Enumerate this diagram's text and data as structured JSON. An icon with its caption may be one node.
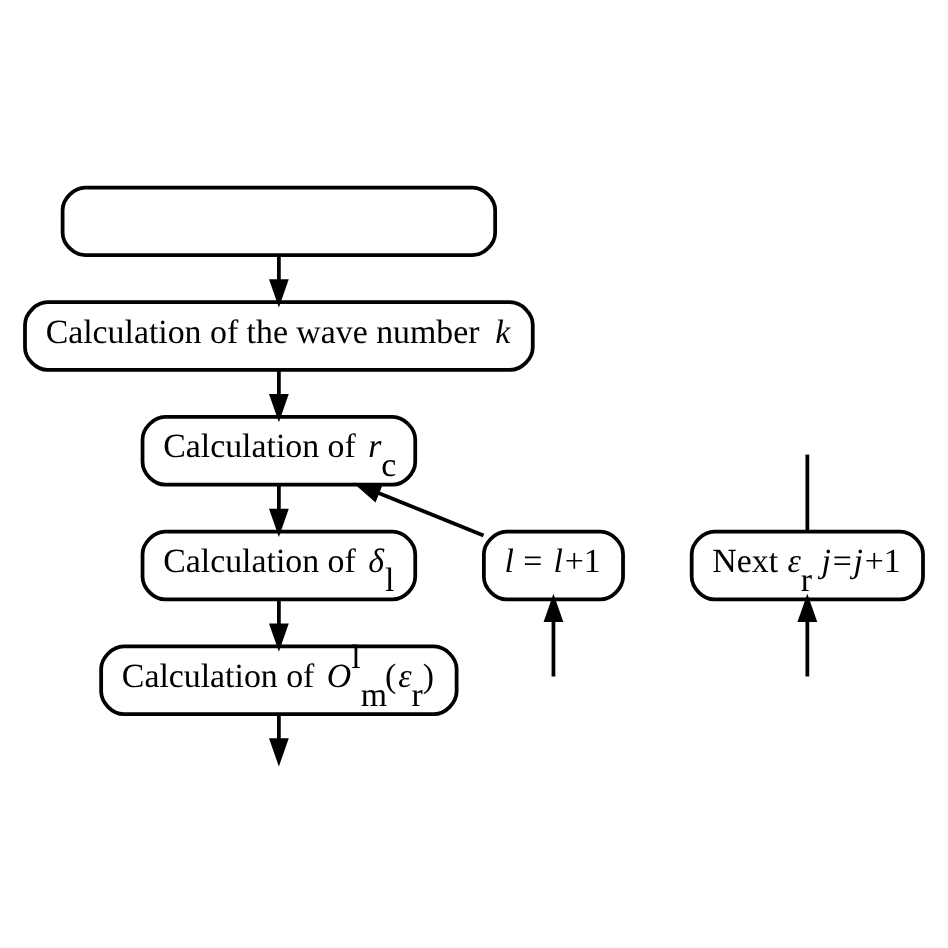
{
  "diagram": {
    "nodes": [
      {
        "text": [],
        "shape": "box"
      },
      {
        "text": [
          "Calculation of the wave number *k*"
        ]
      },
      {
        "text": [
          "Calculation of *r*$_{c}$"
        ]
      },
      {
        "text": [
          "Calculation of *δ*$_{l}$"
        ]
      },
      {
        "text": [
          "Calculation of *O*$^{l}$$_{m}$(*ε*$_{r}$)"
        ]
      },
      {
        "text": [
          "*l* = *l*+1"
        ]
      },
      {
        "text": [
          "Next *ε*$_{r}$ *j*=*j*+1"
        ]
      }
    ],
    "edges": [
      {
        "from": 0,
        "to": 1,
        "arrow": "to"
      },
      {
        "from": 1,
        "to": 2,
        "arrow": "to"
      },
      {
        "from": 2,
        "to": 3,
        "arrow": "to"
      },
      {
        "from": 3,
        "to": 4,
        "arrow": "to"
      },
      {
        "from": 5,
        "to": 2,
        "arrow": "to"
      },
      {
        "from": null,
        "to": 5,
        "arrow": "to"
      },
      {
        "from": 4,
        "to": null,
        "arrow": "to"
      },
      {
        "from": 6,
        "to": null,
        "arrow": "none"
      },
      {
        "from": null,
        "to": 6,
        "arrow": "to"
      }
    ]
  }
}
